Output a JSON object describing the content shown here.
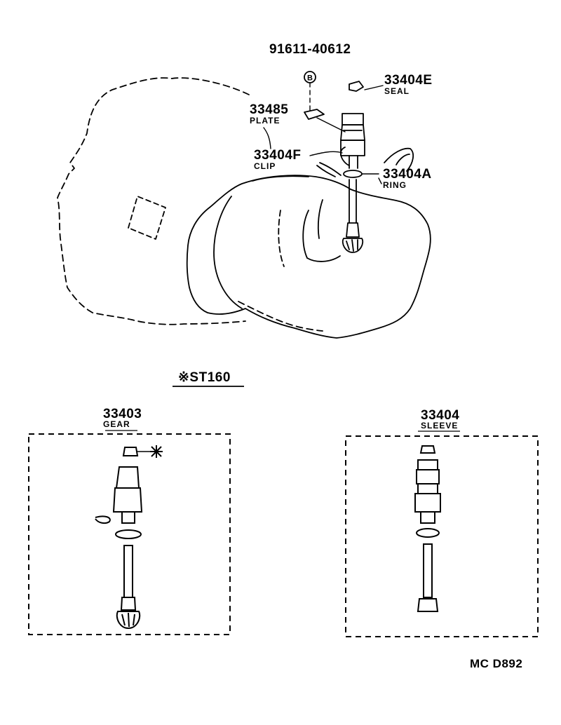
{
  "figure_code": "MC D892",
  "variant_note": {
    "symbol": "※",
    "model": "ST160"
  },
  "main_labels": {
    "bolt": {
      "part_no": "91611-40612",
      "marker": "B"
    },
    "seal": {
      "part_no": "33404E",
      "name": "SEAL"
    },
    "plate": {
      "part_no": "33485",
      "name": "PLATE"
    },
    "clip": {
      "part_no": "33404F",
      "name": "CLIP"
    },
    "ring": {
      "part_no": "33404A",
      "name": "RING"
    }
  },
  "assemblies": [
    {
      "part_no": "33403",
      "name": "GEAR",
      "note_symbol": "※"
    },
    {
      "part_no": "33404",
      "name": "SLEEVE"
    }
  ]
}
